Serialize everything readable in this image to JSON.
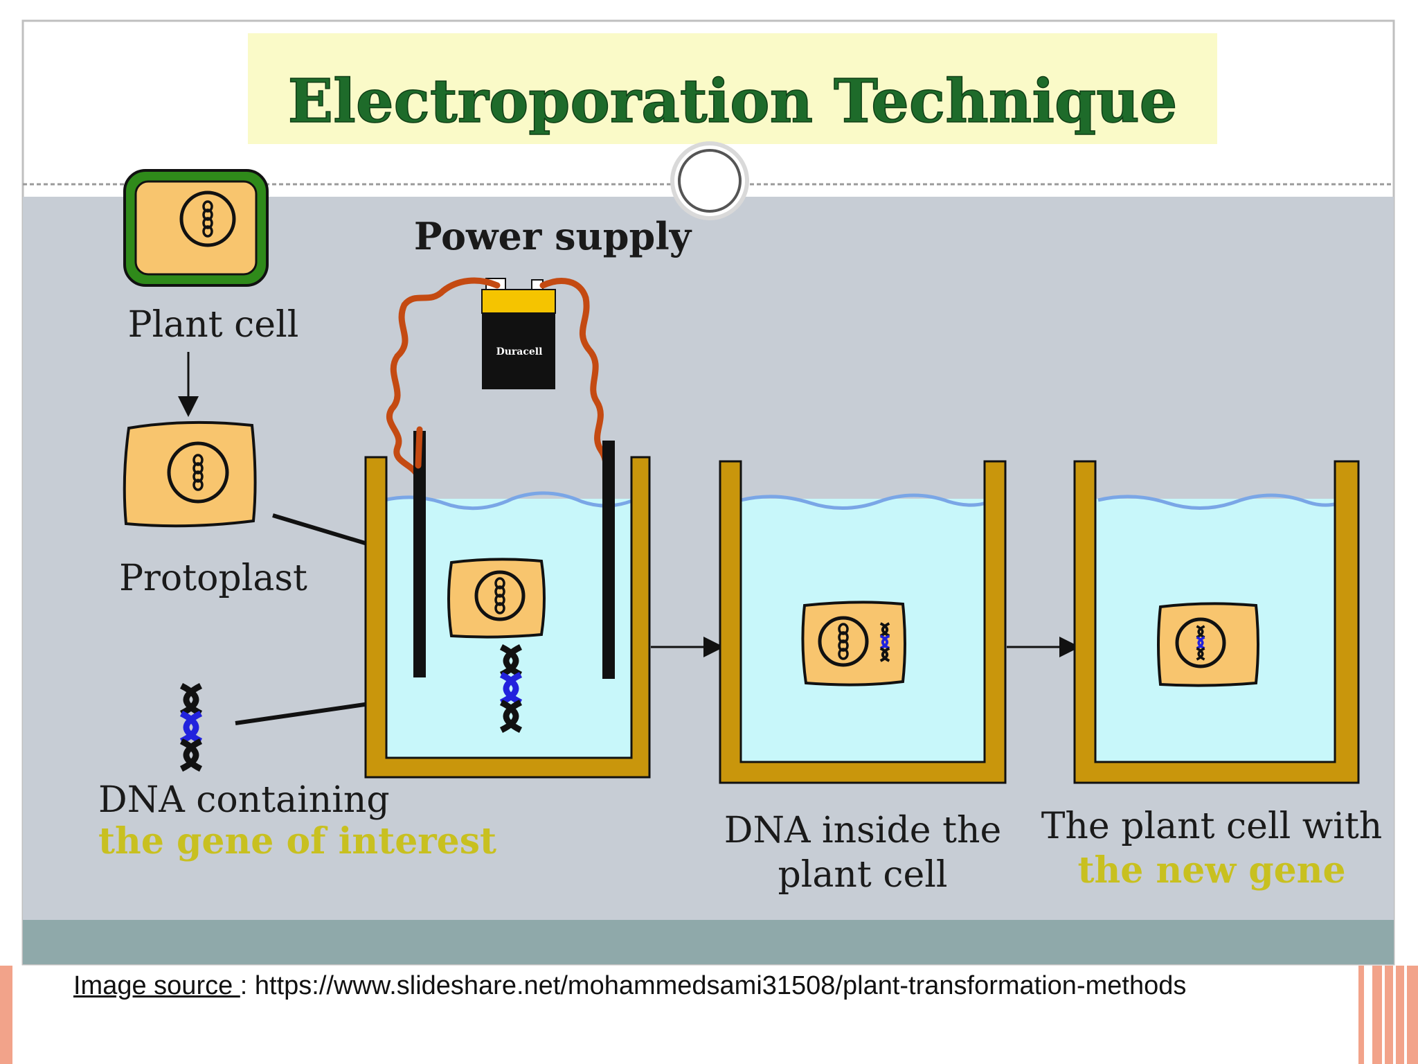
{
  "title": "Electroporation Technique",
  "labels": {
    "power_supply": "Power supply",
    "battery_brand": "Duracell",
    "plant_cell": "Plant cell",
    "protoplast": "Protoplast",
    "dna_line1": "DNA containing",
    "dna_line2": "the gene of interest",
    "dna_inside_line1": "DNA inside the",
    "dna_inside_line2": "plant cell",
    "new_gene_line1": "The plant cell with",
    "new_gene_line2": "the new gene"
  },
  "footer": {
    "source_label": "Image source ",
    "separator": ": ",
    "source_url": "https://www.slideshare.net/mohammedsami31508/plant-transformation-methods"
  },
  "colors": {
    "title_green": "#1e6b2a",
    "title_bg": "#fafac8",
    "panel_bg": "#c7cdd5",
    "panel_bottom": "#8fa9aa",
    "water": "#c8f7fa",
    "container": "#c9960c",
    "cell_fill": "#f8c56e",
    "cell_wall": "#2f8a1a",
    "wire": "#c44a12",
    "highlight_yellow": "#c8c020",
    "dna_blue": "#2222dd",
    "footer_accent": "#f2a38a"
  }
}
